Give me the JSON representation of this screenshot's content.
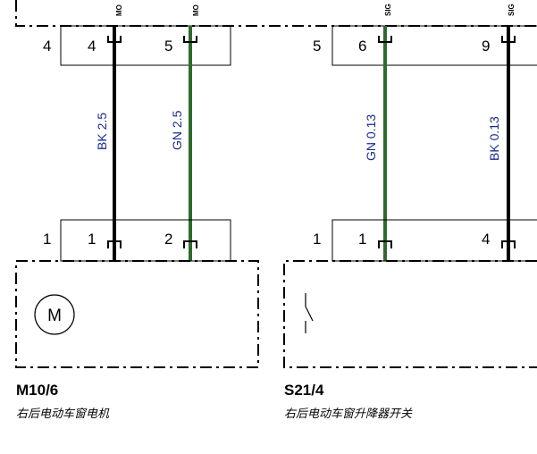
{
  "top_labels": [
    "MO",
    "MO",
    "SIG",
    "SIG"
  ],
  "upper_connectors": [
    {
      "connector_pin": "4",
      "cavities": [
        "4",
        "5"
      ]
    },
    {
      "connector_pin": "5",
      "cavities": [
        "6",
        "9"
      ]
    }
  ],
  "wires": [
    {
      "label": "BK  2.5",
      "color": "#000000"
    },
    {
      "label": "GN  2.5",
      "color": "#2e6b2e"
    },
    {
      "label": "GN  0.13",
      "color": "#2e6b2e"
    },
    {
      "label": "BK  0.13",
      "color": "#000000"
    }
  ],
  "lower_connectors": [
    {
      "connector_pin": "1",
      "cavities": [
        "1",
        "2"
      ]
    },
    {
      "connector_pin": "1",
      "cavities": [
        "1",
        "4"
      ]
    }
  ],
  "components": [
    {
      "id": "M10/6",
      "description": "右后电动车窗电机",
      "symbol": "M"
    },
    {
      "id": "S21/4",
      "description": "右后电动车窗升降器开关"
    }
  ]
}
